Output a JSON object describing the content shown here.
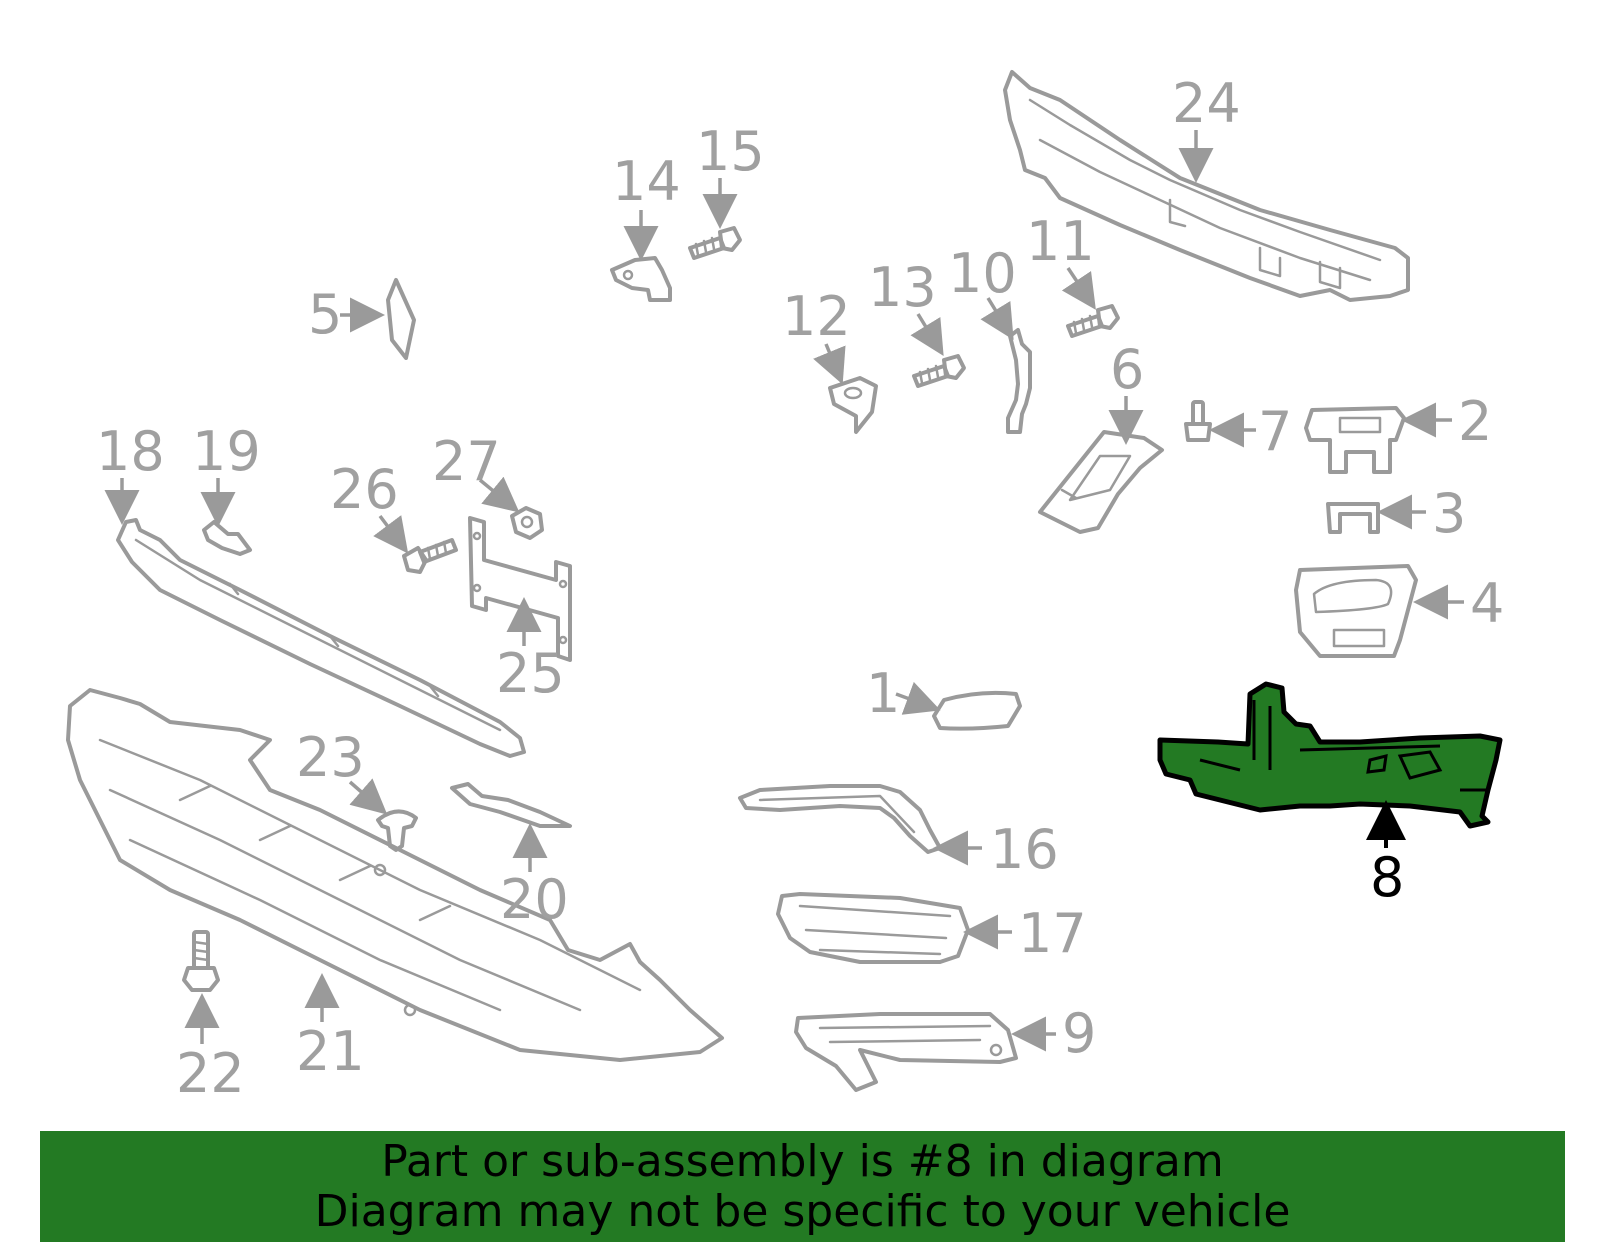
{
  "diagram": {
    "highlighted_part": "8",
    "highlight_color": "#237a23",
    "part_color": "#9a9a9a",
    "callouts": [
      "1",
      "2",
      "3",
      "4",
      "5",
      "6",
      "7",
      "8",
      "9",
      "10",
      "11",
      "12",
      "13",
      "14",
      "15",
      "16",
      "17",
      "18",
      "19",
      "20",
      "21",
      "22",
      "23",
      "24",
      "25",
      "26",
      "27"
    ]
  },
  "banner": {
    "line1": "Part or sub-assembly is #8 in diagram",
    "line2": "Diagram may not be specific to your vehicle"
  }
}
